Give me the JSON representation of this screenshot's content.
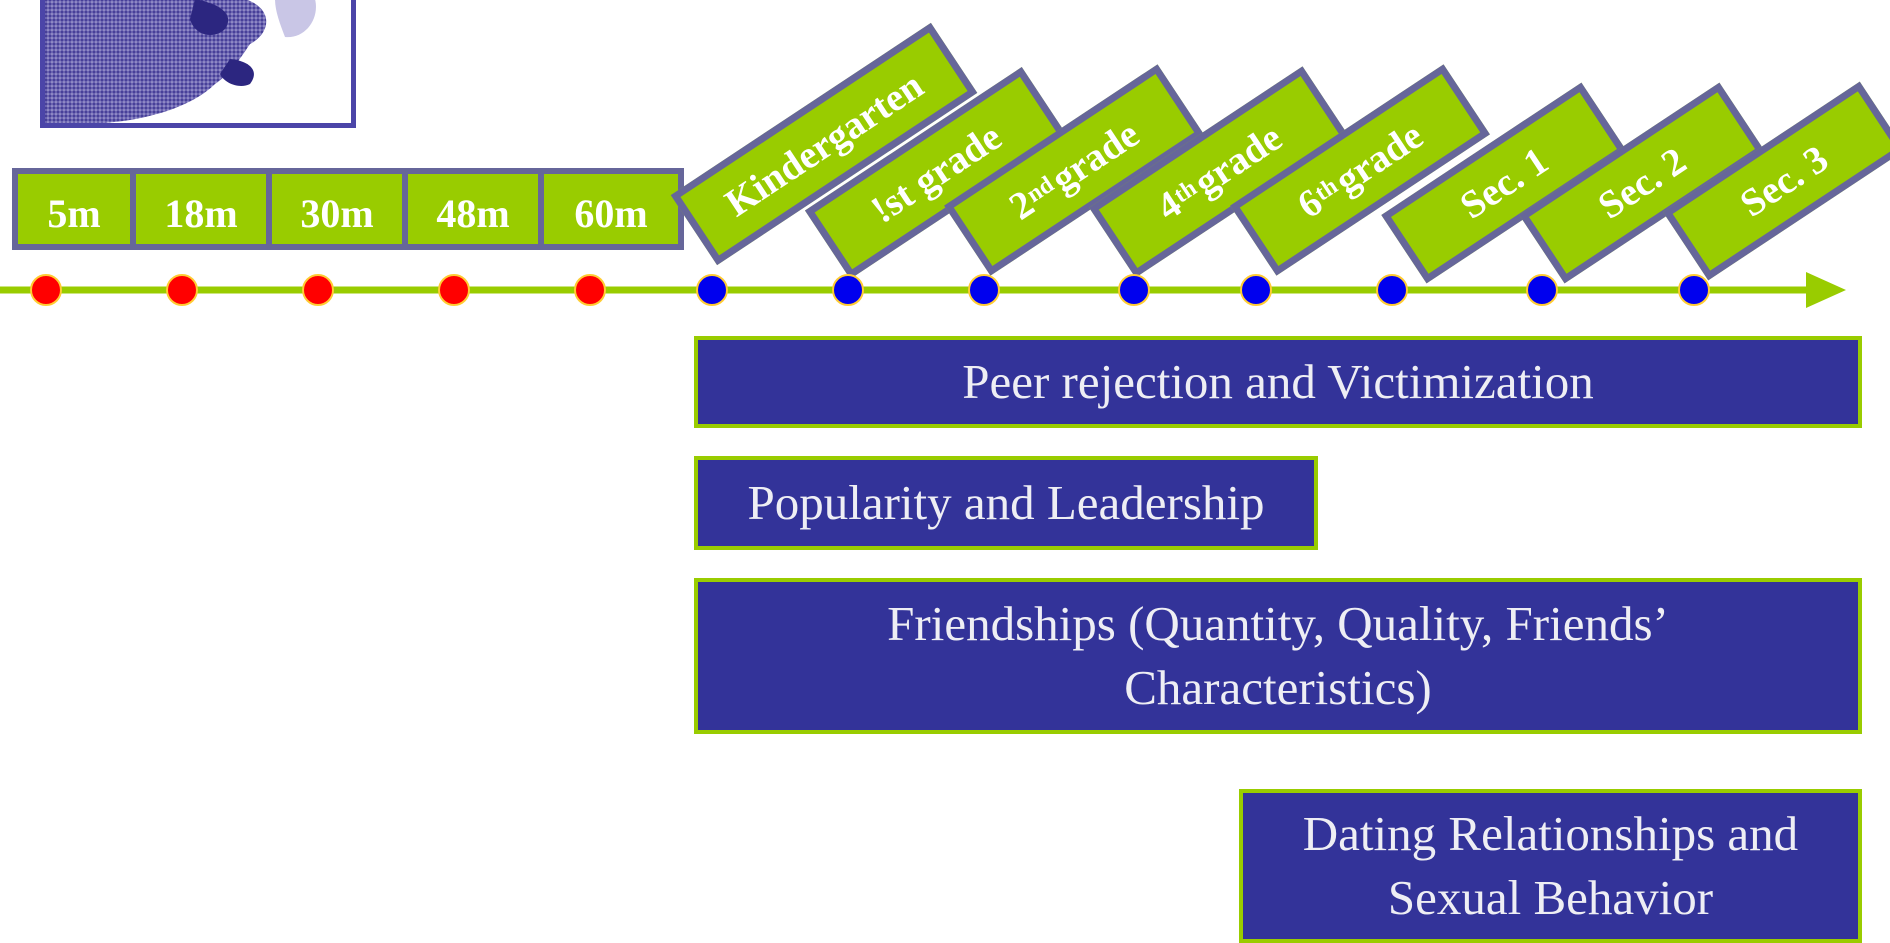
{
  "age_boxes": [
    "5m",
    "18m",
    "30m",
    "48m",
    "60m"
  ],
  "grades": [
    {
      "main": "Kindergarten",
      "sup": ""
    },
    {
      "main": "!st grade",
      "sup": ""
    },
    {
      "pre": "2",
      "sup": "nd",
      "post": "grade"
    },
    {
      "pre": "4",
      "sup": "th",
      "post": "grade"
    },
    {
      "pre": "6",
      "sup": "th",
      "post": "grade"
    },
    {
      "main": "Sec. 1",
      "sup": ""
    },
    {
      "main": "Sec. 2",
      "sup": ""
    },
    {
      "main": "Sec. 3",
      "sup": ""
    }
  ],
  "timeline": {
    "points": [
      {
        "color": "#ff0000"
      },
      {
        "color": "#ff0000"
      },
      {
        "color": "#ff0000"
      },
      {
        "color": "#ff0000"
      },
      {
        "color": "#ff0000"
      },
      {
        "color": "#0000ee"
      },
      {
        "color": "#0000ee"
      },
      {
        "color": "#0000ee"
      },
      {
        "color": "#0000ee"
      },
      {
        "color": "#0000ee"
      },
      {
        "color": "#0000ee"
      },
      {
        "color": "#0000ee"
      },
      {
        "color": "#0000ee"
      }
    ],
    "line_color": "#99cc00"
  },
  "bands": {
    "peer": "Peer rejection and Victimization",
    "popularity": "Popularity and Leadership",
    "friendships_1": "Friendships (Quantity, Quality, Friends’",
    "friendships_2": "Characteristics)",
    "dating_1": "Dating Relationships and",
    "dating_2": "Sexual Behavior"
  },
  "colors": {
    "green": "#99cc00",
    "gray_border": "#66669a",
    "navy": "#333399",
    "photo_border": "#4b45a8"
  }
}
